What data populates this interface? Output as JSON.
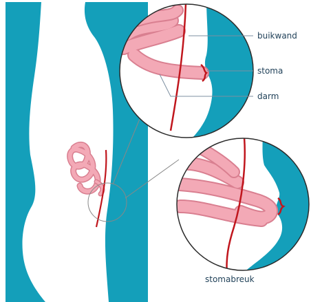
{
  "labels": {
    "abdominal_wall": "buikwand",
    "stoma": "stoma",
    "bowel": "darm",
    "stoma_hernia": "stomabreuk"
  },
  "colors": {
    "background_blue": "#149fba",
    "body_white": "#ffffff",
    "bowel_pink": "#f3a9b6",
    "bowel_outline": "#d97f90",
    "wall_red": "#c0161d",
    "label_text": "#1e3f57",
    "leader_line": "#7c8fa0",
    "circle_outline": "#2b2b2b"
  },
  "icons": {
    "diagram": "stoma-hernia-diagram"
  }
}
